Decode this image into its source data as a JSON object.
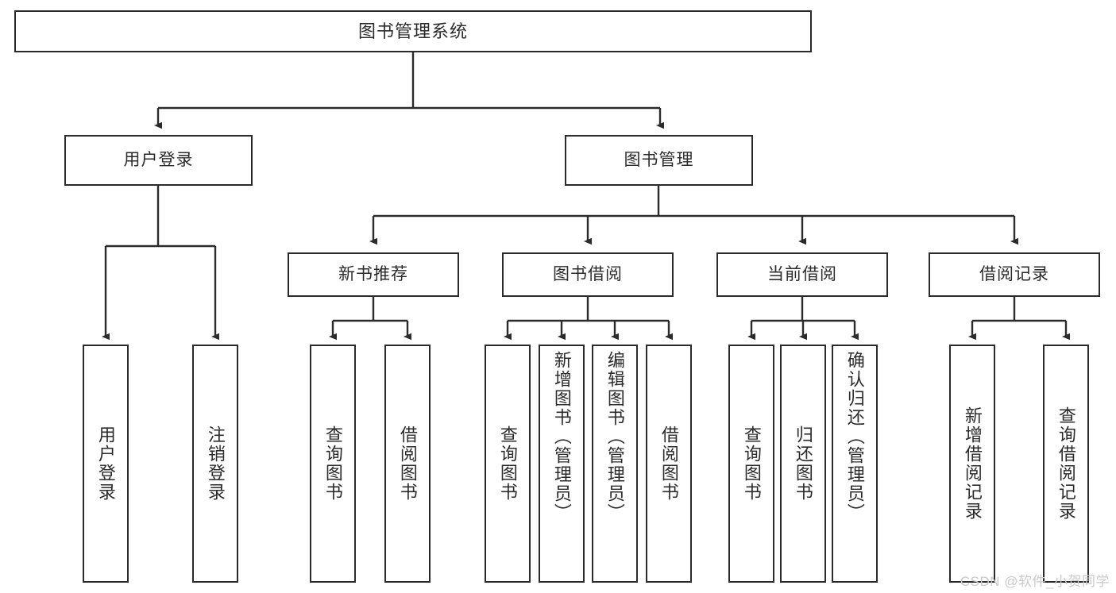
{
  "diagram": {
    "type": "tree",
    "title": "图书管理系统",
    "watermark": "CSDN @软件_小贺同学",
    "colors": {
      "box_border": "#2b2b2b",
      "box_fill": "#ffffff",
      "connector": "#2b2b2b",
      "text": "#2b2b2b",
      "watermark": "#c9c9c9"
    },
    "nodes": {
      "root": {
        "label": "图书管理系统"
      },
      "level2": [
        {
          "label": "用户登录"
        },
        {
          "label": "图书管理"
        }
      ],
      "level3": [
        {
          "label": "新书推荐"
        },
        {
          "label": "图书借阅"
        },
        {
          "label": "当前借阅"
        },
        {
          "label": "借阅记录"
        }
      ],
      "leaves_user_login": [
        {
          "label": "用户登录"
        },
        {
          "label": "注销登录"
        }
      ],
      "leaves_new_book": [
        {
          "label": "查询图书"
        },
        {
          "label": "借阅图书"
        }
      ],
      "leaves_borrow": [
        {
          "label": "查询图书"
        },
        {
          "label": "新增图书（管理员）"
        },
        {
          "label": "编辑图书（管理员）"
        },
        {
          "label": "借阅图书"
        }
      ],
      "leaves_current": [
        {
          "label": "查询图书"
        },
        {
          "label": "归还图书"
        },
        {
          "label": "确认归还（管理员）"
        }
      ],
      "leaves_record": [
        {
          "label": "新增借阅记录"
        },
        {
          "label": "查询借阅记录"
        }
      ]
    }
  }
}
